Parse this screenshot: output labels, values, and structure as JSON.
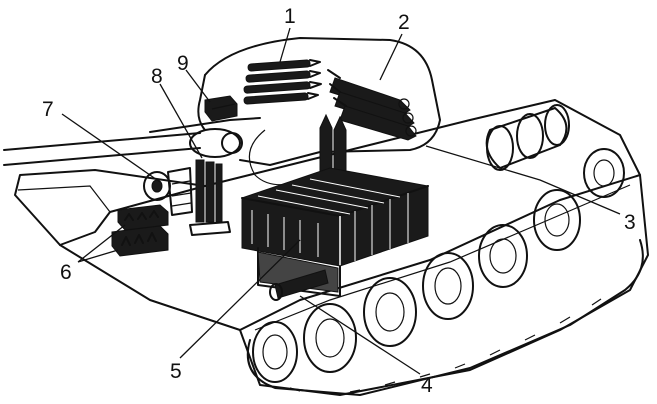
{
  "figure": {
    "ink_color": "#111111",
    "background": "#ffffff",
    "callouts": [
      {
        "id": "1",
        "label": "1"
      },
      {
        "id": "2",
        "label": "2"
      },
      {
        "id": "3",
        "label": "3"
      },
      {
        "id": "4",
        "label": "4"
      },
      {
        "id": "5",
        "label": "5"
      },
      {
        "id": "6",
        "label": "6"
      },
      {
        "id": "7",
        "label": "7"
      },
      {
        "id": "8",
        "label": "8"
      },
      {
        "id": "9",
        "label": "9"
      }
    ]
  }
}
